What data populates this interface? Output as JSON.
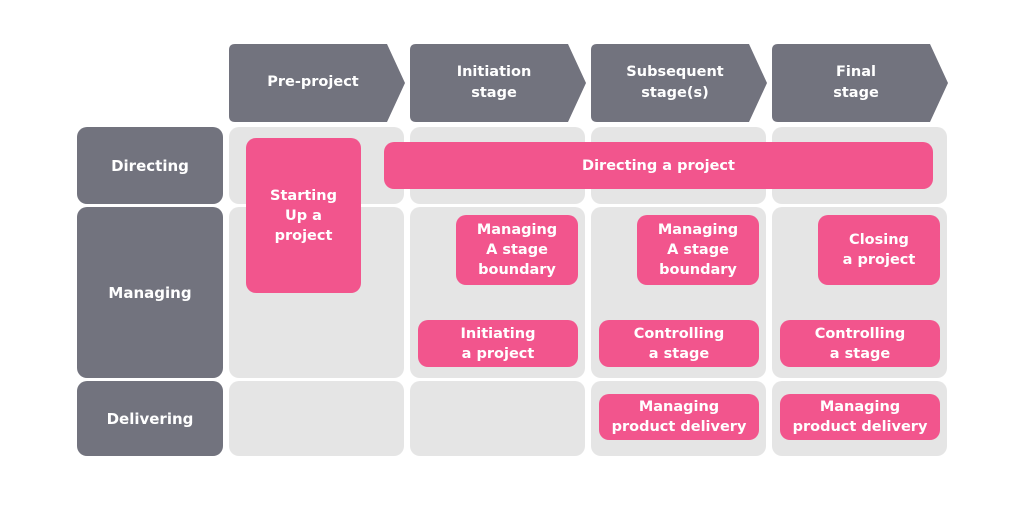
{
  "colors": {
    "header_gray": "#72737e",
    "cell_gray": "#e5e5e5",
    "process_pink": "#f2558d",
    "text_white": "#ffffff",
    "background": "#ffffff"
  },
  "stages": [
    {
      "label": "Pre-project"
    },
    {
      "label": "Initiation\nstage"
    },
    {
      "label": "Subsequent\nstage(s)"
    },
    {
      "label": "Final\nstage"
    }
  ],
  "rows": [
    {
      "label": "Directing"
    },
    {
      "label": "Managing"
    },
    {
      "label": "Delivering"
    }
  ],
  "processes": {
    "starting_up": "Starting\nUp a\nproject",
    "directing_project": "Directing a project",
    "managing_boundary_initiation": "Managing\nA stage\nboundary",
    "initiating_project": "Initiating\na project",
    "managing_boundary_subsequent": "Managing\nA stage\nboundary",
    "controlling_stage_subsequent": "Controlling\na stage",
    "closing_project": "Closing\na project",
    "controlling_stage_final": "Controlling\na stage",
    "managing_delivery_subsequent": "Managing\nproduct delivery",
    "managing_delivery_final": "Managing\nproduct delivery"
  }
}
